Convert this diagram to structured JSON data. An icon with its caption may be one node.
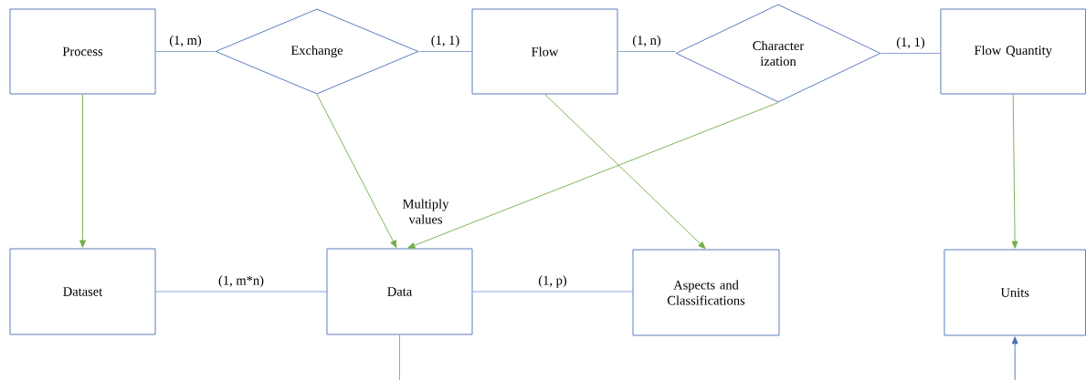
{
  "diagram": {
    "nodes": [
      {
        "text": [
          "Process"
        ]
      },
      {
        "text": [
          "Exchange"
        ]
      },
      {
        "text": [
          "Flow"
        ]
      },
      {
        "text": [
          "Character ization"
        ]
      },
      {
        "text": [
          "Flow Quantity"
        ]
      },
      {
        "text": [
          "Dataset"
        ]
      },
      {
        "text": [
          "Data"
        ]
      },
      {
        "text": [
          "Aspects and Classifications"
        ]
      },
      {
        "text": [
          "Units"
        ]
      }
    ],
    "edges": [
      {
        "from": 0,
        "to": 1,
        "arrow": "none",
        "label": "(1, m)"
      },
      {
        "from": 1,
        "to": 2,
        "arrow": "none",
        "label": "(1, 1)"
      },
      {
        "from": 2,
        "to": 3,
        "arrow": "none",
        "label": "(1, n)"
      },
      {
        "from": 3,
        "to": 4,
        "arrow": "none",
        "label": "(1, 1)"
      },
      {
        "from": 0,
        "to": 5,
        "arrow": "to",
        "color": "#70ad47"
      },
      {
        "from": 1,
        "to": 6,
        "arrow": "to",
        "color": "#70ad47"
      },
      {
        "from": 3,
        "to": 6,
        "arrow": "to",
        "color": "#70ad47"
      },
      {
        "from": 2,
        "to": 7,
        "arrow": "to",
        "color": "#70ad47"
      },
      {
        "from": 4,
        "to": 8,
        "arrow": "to",
        "color": "#70ad47"
      },
      {
        "from": 5,
        "to": 6,
        "arrow": "none",
        "label": "(1, m*n)"
      },
      {
        "from": 6,
        "to": 7,
        "arrow": "none",
        "label": "(1, p)"
      },
      {
        "from": 6,
        "to": null,
        "arrow": "none"
      },
      {
        "from": null,
        "to": 8,
        "arrow": "to"
      }
    ],
    "labels": [
      "Multiply values"
    ]
  }
}
